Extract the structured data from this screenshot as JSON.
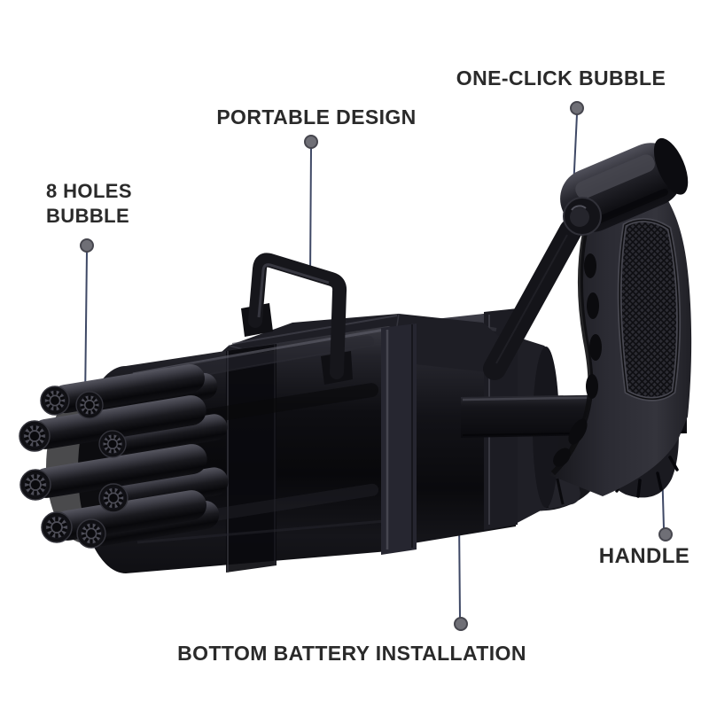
{
  "figure": {
    "type": "annotated-product-image",
    "illustration": "black gatling-style toy bubble machine gun with 8 barrels, top carry handle, pistol grip and bottom battery tube"
  },
  "callouts": {
    "one_click": {
      "label": "ONE-CLICK BUBBLE"
    },
    "portable": {
      "label": "PORTABLE DESIGN"
    },
    "eight_holes": {
      "label": "8 HOLES\nBUBBLE"
    },
    "handle": {
      "label": "HANDLE"
    },
    "bottom_battery": {
      "label": "BOTTOM BATTERY INSTALLATION"
    }
  },
  "style": {
    "background": "#ffffff",
    "label_color": "#2a2a2a",
    "leader_line_color": "#3e4865",
    "dot_fill": "#6f6f76",
    "dot_stroke": "#46464e",
    "gun_color": "#131317"
  }
}
